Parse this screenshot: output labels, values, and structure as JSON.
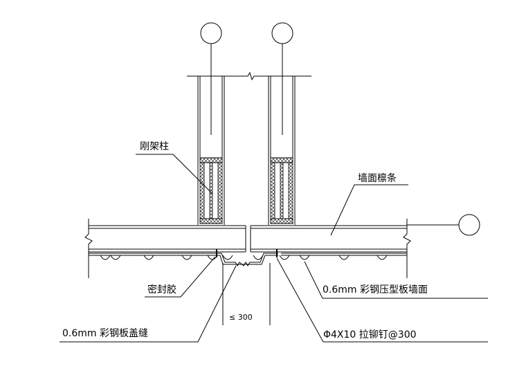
{
  "labels": {
    "frame_column": "刚架柱",
    "wall_purlin": "墙面檩条",
    "sealant": "密封胶",
    "wall_panel": "0.6mm 彩钢压型板墙面",
    "cover_plate": "0.6mm 彩钢板盖缝",
    "dimension": "≤ 300",
    "rivet": "Φ4X10 拉铆钉@300"
  },
  "colors": {
    "line": "#000000",
    "background": "#ffffff"
  }
}
